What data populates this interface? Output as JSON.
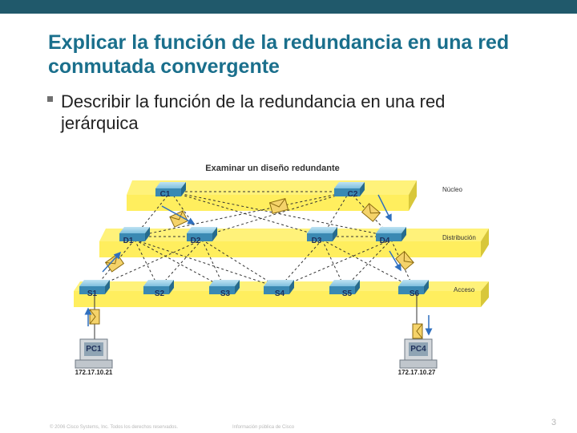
{
  "slide": {
    "title": "Explicar la función de la redundancia en una red conmutada convergente",
    "bullet": "Describir la función de la redundancia en una red jerárquica",
    "footer_left": "© 2006 Cisco Systems, Inc. Todos los derechos reservados.",
    "footer_center": "Información pública de Cisco",
    "page_number": "3",
    "colors": {
      "top_bar": "#20596b",
      "title": "#1a6f8c",
      "layer": "#ffee5e",
      "switch": "#4a9ec7",
      "router_arrow": "#2f6fbf"
    }
  },
  "diagram": {
    "heading": "Examinar un diseño redundante",
    "layers": [
      {
        "name": "Núcleo",
        "switches": [
          "C1",
          "C2"
        ]
      },
      {
        "name": "Distribución",
        "switches": [
          "D1",
          "D2",
          "D3",
          "D4"
        ]
      },
      {
        "name": "Acceso",
        "switches": [
          "S1",
          "S2",
          "S3",
          "S4",
          "S5",
          "S6"
        ]
      }
    ],
    "pcs": [
      {
        "label": "PC1",
        "ip": "172.17.10.21",
        "icon": "pc-icon"
      },
      {
        "label": "PC4",
        "ip": "172.17.10.27",
        "icon": "pc-icon"
      }
    ],
    "icons": [
      "switch-icon",
      "envelope-icon",
      "arrow-icon"
    ]
  }
}
